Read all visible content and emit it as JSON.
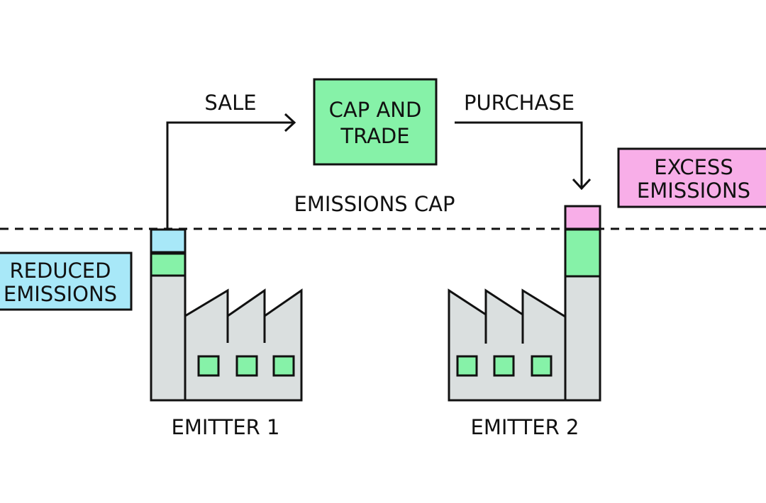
{
  "labels": {
    "sale": "SALE",
    "purchase": "PURCHASE",
    "cap_and_trade_line1": "CAP AND",
    "cap_and_trade_line2": "TRADE",
    "emissions_cap": "EMISSIONS CAP",
    "reduced_line1": "REDUCED",
    "reduced_line2": "EMISSIONS",
    "excess_line1": "EXCESS",
    "excess_line2": "EMISSIONS",
    "emitter1": "EMITTER 1",
    "emitter2": "EMITTER 2"
  },
  "colors": {
    "reduced": "#a8e8f8",
    "allowance": "#86f2a8",
    "excess": "#f8aee8",
    "factory": "#dadfdf",
    "cap_and_trade": "#86f2a8"
  }
}
